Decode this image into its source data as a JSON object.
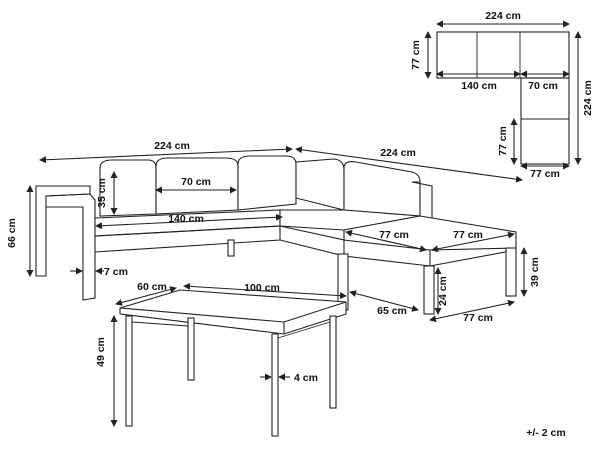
{
  "diagram": {
    "plan": {
      "total_width": "224 cm",
      "total_depth": "224 cm",
      "seat_depth_left": "77 cm",
      "seat_width_left": "140 cm",
      "chaise_width": "70 cm",
      "chaise_depth": "77 cm",
      "chaise_bottom_width": "77 cm"
    },
    "sofa": {
      "width_left": "224 cm",
      "width_right": "224 cm",
      "back_height": "35 cm",
      "cushion_width": "70 cm",
      "seat_length": "140 cm",
      "height": "66 cm",
      "arm_width": "7 cm",
      "chaise_depth_a": "77 cm",
      "chaise_depth_b": "77 cm",
      "seat_height": "39 cm",
      "leg_height": "24 cm",
      "leg_span": "65 cm",
      "chaise_width": "77 cm"
    },
    "table": {
      "depth": "60 cm",
      "width": "100 cm",
      "height": "49 cm",
      "leg_width": "4 cm"
    },
    "tolerance": "+/- 2 cm"
  }
}
